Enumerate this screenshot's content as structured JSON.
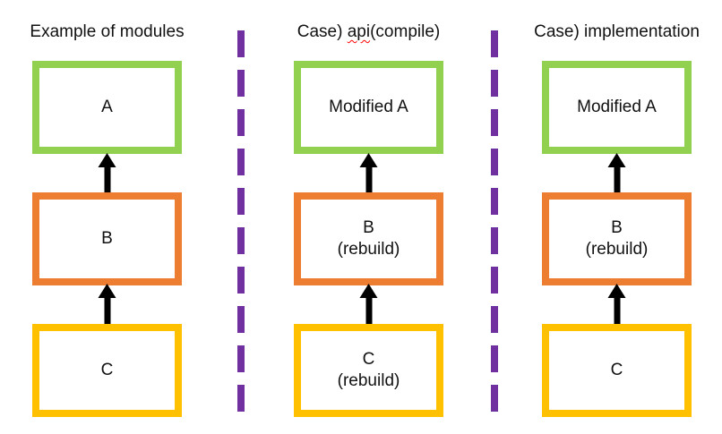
{
  "colors": {
    "green": "#92D050",
    "orange": "#ED7D31",
    "yellow": "#FFC000",
    "purple": "#7030A0",
    "arrow": "#000000",
    "squiggle": "#FF0000"
  },
  "columns": [
    {
      "header": "Example of modules",
      "boxes": [
        {
          "label": "A"
        },
        {
          "label": "B"
        },
        {
          "label": "C"
        }
      ]
    },
    {
      "header_parts": {
        "prefix": "Case) ",
        "misspelled": "api",
        "suffix": "(compile)"
      },
      "boxes": [
        {
          "label": "Modified A"
        },
        {
          "label": "B",
          "sublabel": "(rebuild)"
        },
        {
          "label": "C",
          "sublabel": "(rebuild)"
        }
      ]
    },
    {
      "header": "Case) implementation",
      "boxes": [
        {
          "label": "Modified A"
        },
        {
          "label": "B",
          "sublabel": "(rebuild)"
        },
        {
          "label": "C"
        }
      ]
    }
  ]
}
